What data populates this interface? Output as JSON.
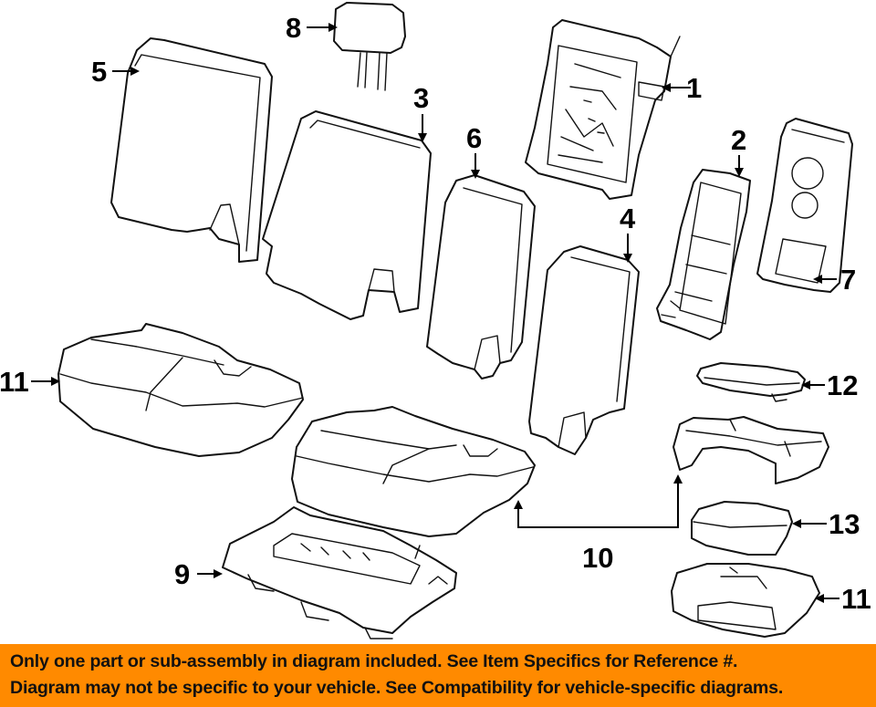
{
  "callouts": {
    "c1": "1",
    "c2": "2",
    "c3": "3",
    "c4": "4",
    "c5": "5",
    "c6": "6",
    "c7": "7",
    "c8": "8",
    "c9": "9",
    "c10": "10",
    "c11a": "11",
    "c11b": "11",
    "c12": "12",
    "c13": "13"
  },
  "banner": {
    "line1": "Only one part or sub-assembly in diagram included. See Item Specifics for Reference #.",
    "line2": "Diagram may not be specific to your vehicle. See Compatibility for vehicle-specific diagrams."
  },
  "colors": {
    "banner_bg": "#ff8a00",
    "line": "#111111"
  }
}
